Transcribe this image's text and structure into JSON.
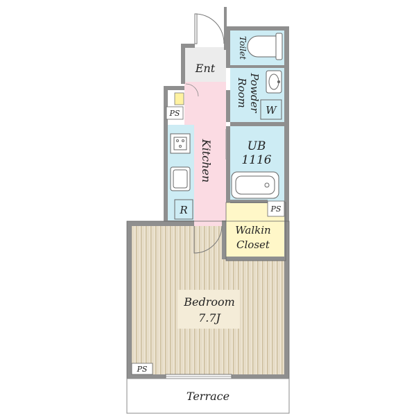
{
  "rooms": {
    "entrance": "Ent",
    "toilet": "Toilet",
    "powder_line1": "Powder",
    "powder_line2": "Room",
    "washer": "W",
    "bath_line1": "UB",
    "bath_line2": "1116",
    "kitchen": "Kitchen",
    "fridge": "R",
    "closet_line1": "Walkin",
    "closet_line2": "Closet",
    "bedroom_line1": "Bedroom",
    "bedroom_line2": "7.7J",
    "terrace": "Terrace",
    "pipe_space": "PS"
  },
  "colors": {
    "wall": "#8f8f8f",
    "wet_area": "#cdecf4",
    "corridor": "#fbdbe3",
    "closet": "#fff7c8",
    "floor_stripe_light": "#ece3d0",
    "floor_stripe_dark": "#cfc1a3",
    "entrance": "#ececec",
    "label_bg": "#f4ecd8"
  }
}
